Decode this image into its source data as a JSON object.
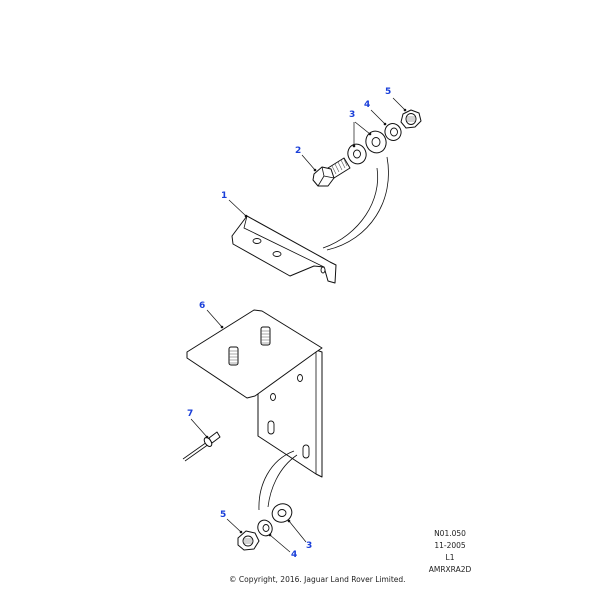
{
  "diagram": {
    "callouts": [
      {
        "id": "c5-top",
        "label": "5",
        "part": "nut"
      },
      {
        "id": "c4-top",
        "label": "4",
        "part": "spring-washer"
      },
      {
        "id": "c3-top",
        "label": "3",
        "part": "plain-washer"
      },
      {
        "id": "c2",
        "label": "2",
        "part": "bolt"
      },
      {
        "id": "c1",
        "label": "1",
        "part": "bracket-small"
      },
      {
        "id": "c6",
        "label": "6",
        "part": "bracket-angle-with-studs"
      },
      {
        "id": "c7",
        "label": "7",
        "part": "rivet"
      },
      {
        "id": "c5-bottom",
        "label": "5",
        "part": "nut"
      },
      {
        "id": "c4-bottom",
        "label": "4",
        "part": "spring-washer"
      },
      {
        "id": "c3-bottom",
        "label": "3",
        "part": "plain-washer"
      }
    ],
    "callout_color": "#1a3fd9"
  },
  "meta": {
    "ref": "N01.050",
    "date": "11-2005",
    "level": "L1",
    "code": "AMRXRA2D"
  },
  "footer": {
    "copyright": "© Copyright, 2016. Jaguar Land Rover Limited."
  }
}
